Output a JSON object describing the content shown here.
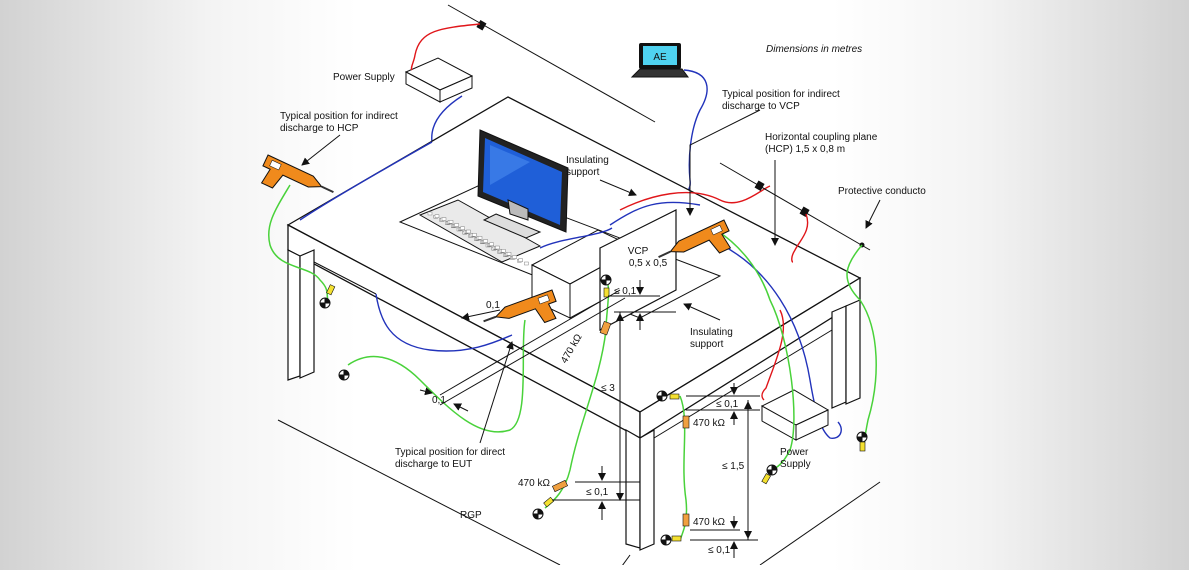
{
  "labels": {
    "dimensions_note": "Dimensions in metres",
    "power_supply_top": "Power Supply",
    "ae": "AE",
    "hcp_discharge": [
      "Typical position for indirect",
      "discharge to HCP"
    ],
    "vcp_discharge": [
      "Typical position for indirect",
      "discharge to VCP"
    ],
    "hcp_plane": [
      "Horizontal coupling plane",
      "(HCP) 1,5 x 0,8 m"
    ],
    "insulating_support_top": [
      "Insulating",
      "support"
    ],
    "protective_conductor": "Protective conducto",
    "vcp": [
      "VCP",
      "0,5 x 0,5"
    ],
    "insulating_support_mid": [
      "Insulating",
      "support"
    ],
    "eut_discharge": [
      "Typical position for direct",
      "discharge to EUT"
    ],
    "power_supply_bottom": [
      "Power",
      "Supply"
    ],
    "rgp": "RGP",
    "resistor_vcp": "470 kΩ",
    "resistor_floor": "470 kΩ",
    "resistor_leg_top": "470 kΩ",
    "resistor_leg_bottom": "470 kΩ",
    "dim_01_a": "0,1",
    "dim_01_b": "0,1",
    "dim_le01_vcp": "≤ 0,1",
    "dim_le3": "≤ 3",
    "dim_le01_floor": "≤ 0,1",
    "dim_le01_leg_top": "≤ 0,1",
    "dim_le15": "≤ 1,5",
    "dim_le01_leg_bottom": "≤ 0,1"
  },
  "colors": {
    "ground_wire": "#49d23a",
    "signal_wire": "#2233bb",
    "power_wire": "#e0161a",
    "esd_gun_body": "#f08a1c",
    "monitor_screen": "#1f5fd8",
    "ae_screen": "#4fd2f0"
  }
}
